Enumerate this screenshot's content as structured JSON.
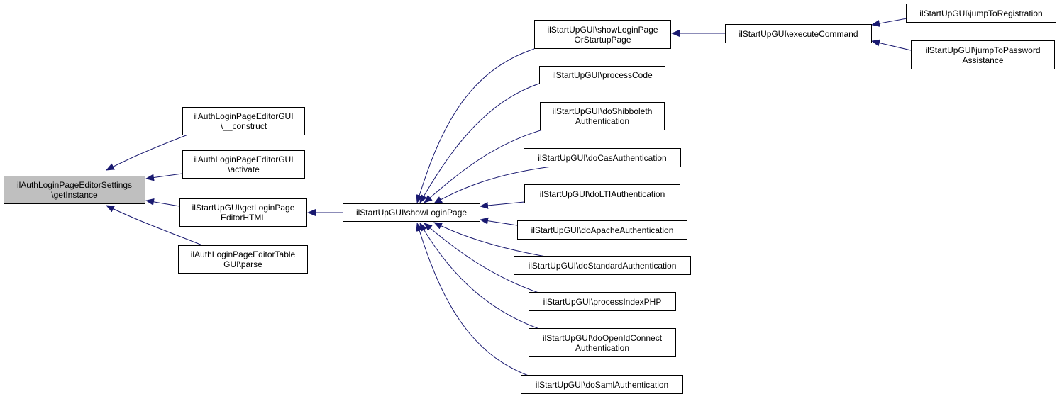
{
  "colors": {
    "edge": "#191970",
    "node_border": "#000000",
    "node_fill": "#ffffff",
    "focus_fill": "#bfbfbf"
  },
  "nodes": {
    "focus": {
      "l1": "ilAuthLoginPageEditorSettings",
      "l2": "\\getInstance"
    },
    "construct": {
      "l1": "ilAuthLoginPageEditorGUI",
      "l2": "\\__construct"
    },
    "activate": {
      "l1": "ilAuthLoginPageEditorGUI",
      "l2": "\\activate"
    },
    "getLoginPage": {
      "l1": "ilStartUpGUI\\getLoginPage",
      "l2": "EditorHTML"
    },
    "parse": {
      "l1": "ilAuthLoginPageEditorTable",
      "l2": "GUI\\parse"
    },
    "showLoginPage": {
      "l1": "ilStartUpGUI\\showLoginPage"
    },
    "showLoginPageOrStartup": {
      "l1": "ilStartUpGUI\\showLoginPage",
      "l2": "OrStartupPage"
    },
    "processCode": {
      "l1": "ilStartUpGUI\\processCode"
    },
    "doShibboleth": {
      "l1": "ilStartUpGUI\\doShibboleth",
      "l2": "Authentication"
    },
    "doCas": {
      "l1": "ilStartUpGUI\\doCasAuthentication"
    },
    "doLTI": {
      "l1": "ilStartUpGUI\\doLTIAuthentication"
    },
    "doApache": {
      "l1": "ilStartUpGUI\\doApacheAuthentication"
    },
    "doStandard": {
      "l1": "ilStartUpGUI\\doStandardAuthentication"
    },
    "processIndex": {
      "l1": "ilStartUpGUI\\processIndexPHP"
    },
    "doOpenId": {
      "l1": "ilStartUpGUI\\doOpenIdConnect",
      "l2": "Authentication"
    },
    "doSaml": {
      "l1": "ilStartUpGUI\\doSamlAuthentication"
    },
    "executeCommand": {
      "l1": "ilStartUpGUI\\executeCommand"
    },
    "jumpToRegistration": {
      "l1": "ilStartUpGUI\\jumpToRegistration"
    },
    "jumpToPassword": {
      "l1": "ilStartUpGUI\\jumpToPassword",
      "l2": "Assistance"
    }
  }
}
